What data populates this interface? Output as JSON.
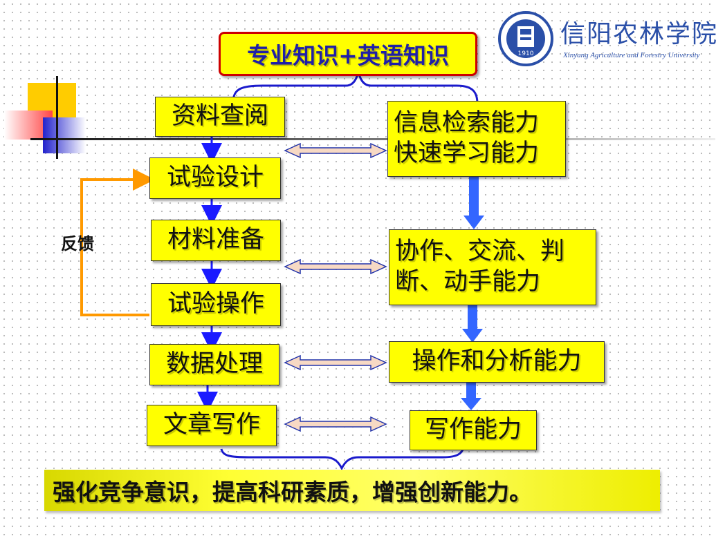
{
  "title": "专业知识+英语知识",
  "logo": {
    "name_cn": "信阳农林学院",
    "name_en": "Xinyang Agriculture and Forestry University",
    "year": "1910"
  },
  "steps": [
    "资料查阅",
    "试验设计",
    "材料准备",
    "试验操作",
    "数据处理",
    "文章写作"
  ],
  "abilities": [
    [
      "信息检索能力",
      "快速学习能力"
    ],
    [
      "协作、交流、判",
      "断、动手能力"
    ],
    [
      "操作和分析能力"
    ],
    [
      "写作能力"
    ]
  ],
  "feedback_label": "反馈",
  "conclusion": "强化竞争意识，提高科研素质，增强创新能力。",
  "colors": {
    "box_fill": "#ffff00",
    "left_arrow": "#1a1aff",
    "right_arrow": "#3366ff",
    "double_arrow_fill": "#f7d9c4",
    "double_arrow_stroke": "#2233aa",
    "feedback_line": "#ff9900",
    "brace": "#1a1acc",
    "title_text": "#1f1fa8",
    "title_border": "#cc0000"
  }
}
